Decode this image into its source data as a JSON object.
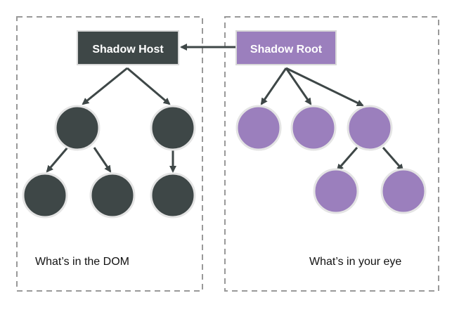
{
  "colors": {
    "dark": "#3e4747",
    "purple": "#9b7fbd",
    "node_border": "#e4e4e4",
    "arrow": "#3e4747",
    "dash": "#999999"
  },
  "left": {
    "host_label": "Shadow Host",
    "caption": "What’s in the DOM"
  },
  "right": {
    "root_label": "Shadow Root",
    "caption": "What’s in your eye"
  }
}
